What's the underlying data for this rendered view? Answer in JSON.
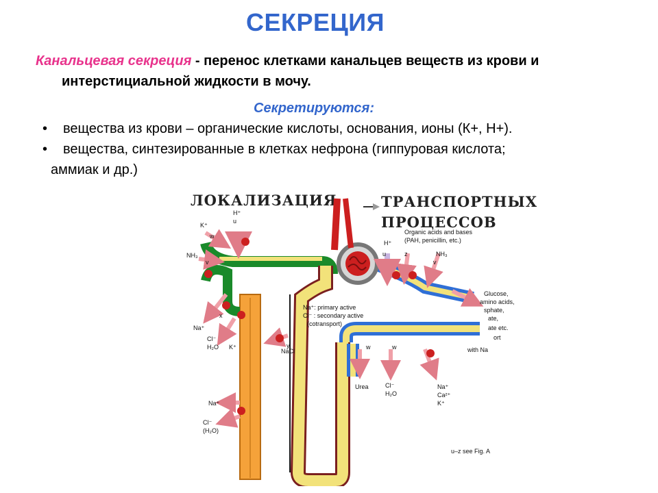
{
  "title": "СЕКРЕЦИЯ",
  "definition": {
    "term": "Канальцевая секреция",
    "rest": " - перенос клетками канальцев веществ из крови и",
    "line2": "интерстициальной жидкости в мочу."
  },
  "secreted_label": "Секретируются:",
  "bullets": [
    {
      "text": "вещества из крови – органические кислоты,  основания, ионы (К+, Н+).",
      "cont": ""
    },
    {
      "text": "вещества, синтезированные в клетках нефрона (гиппуровая кислота;",
      "cont": "аммиак и др.)"
    }
  ],
  "figure": {
    "caption_left": "ЛОКАЛИЗАЦИЯ",
    "caption_right_1": "ТРАНСПОРТНЫХ",
    "caption_right_2": "ПРОЦЕССОВ",
    "labels": {
      "k_plus": "K⁺",
      "h_plus_left": "H⁺",
      "nh3_left": "NH₃",
      "na_left": "Na⁺",
      "cl_h2o_left_1": "Cl⁻",
      "cl_h2o_left_2": "H₂O",
      "k_left2": "K⁺",
      "nacl": "NaCl",
      "na_bottom": "Na⁺",
      "cl_bottom_1": "Cl⁻",
      "cl_bottom_2": "(H₂O)",
      "na_primary": "Na⁺: primary active",
      "cl_secondary": "Cl⁻ : secondary active",
      "cotransport": "(cotransport)",
      "h_plus_right": "H⁺",
      "organic_1": "Organic acids and bases",
      "organic_2": "(PAH, penicillin, etc.)",
      "nh3_right": "NH₃",
      "glucose_1": "Glucose,",
      "glucose_2": "amino acids,",
      "glucose_3": "sphate,",
      "glucose_4": "ate,",
      "glucose_5": "ate etc.",
      "glucose_6": "ort",
      "with_na": "with Na",
      "urea": "Urea",
      "cl_h2o_right_1": "Cl⁻",
      "cl_h2o_right_2": "H₂O",
      "na_ca_k_1": "Na⁺",
      "na_ca_k_2": "Ca²⁺",
      "na_ca_k_3": "K⁺",
      "see_fig": "u–z see Fig. A",
      "u": "u",
      "v": "v",
      "w": "w",
      "x": "x",
      "y": "y",
      "z": "z"
    }
  },
  "colors": {
    "title": "#3366cc",
    "term": "#e8338c",
    "distal_green": "#1a8a2a",
    "yellow": "#f2e27a",
    "blue": "#2f6fd6",
    "orange": "#f5a23a",
    "red": "#cc1f1f",
    "arrow_pink": "#f0a0a8"
  }
}
